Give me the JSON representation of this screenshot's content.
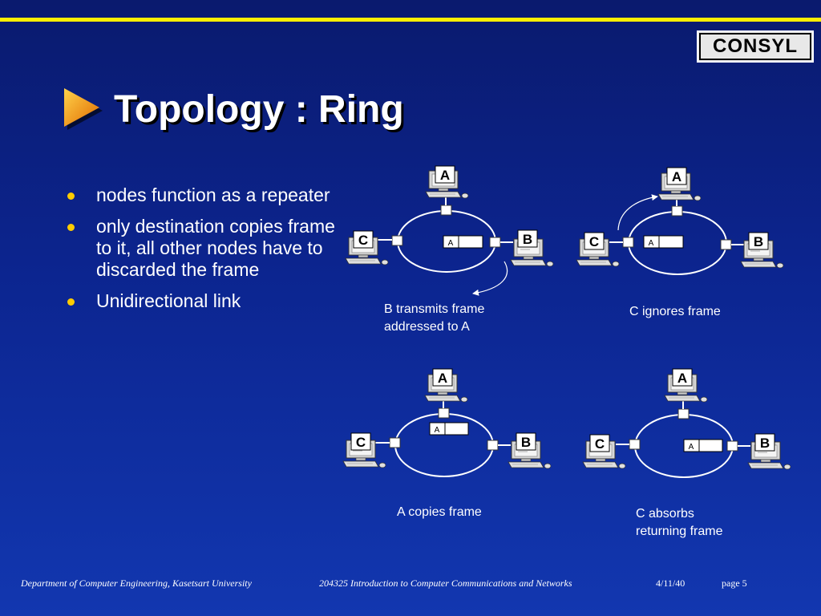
{
  "logo": "CONSYL",
  "title": "Topology : Ring",
  "bullets": [
    "nodes function as a repeater",
    "only destination copies frame to it, all other nodes have to discarded the frame",
    "Unidirectional link"
  ],
  "node_labels": {
    "a": "A",
    "b": "B",
    "c": "C"
  },
  "frame_address": "A",
  "captions": {
    "d1": [
      "B transmits frame",
      "addressed to A"
    ],
    "d2": [
      "C ignores frame"
    ],
    "d3": [
      "A copies frame"
    ],
    "d4": [
      "C absorbs",
      "returning frame"
    ]
  },
  "footer": {
    "department": "Department of Computer Engineering, Kasetsart University",
    "course": "204325 Introduction to Computer Communications and Networks",
    "date": "4/11/40",
    "page": "page 5"
  },
  "colors": {
    "background": "#0c2590",
    "top_line": "#ffee00",
    "bullet": "#ffcc00",
    "title_arrow": "#ff8c00"
  }
}
